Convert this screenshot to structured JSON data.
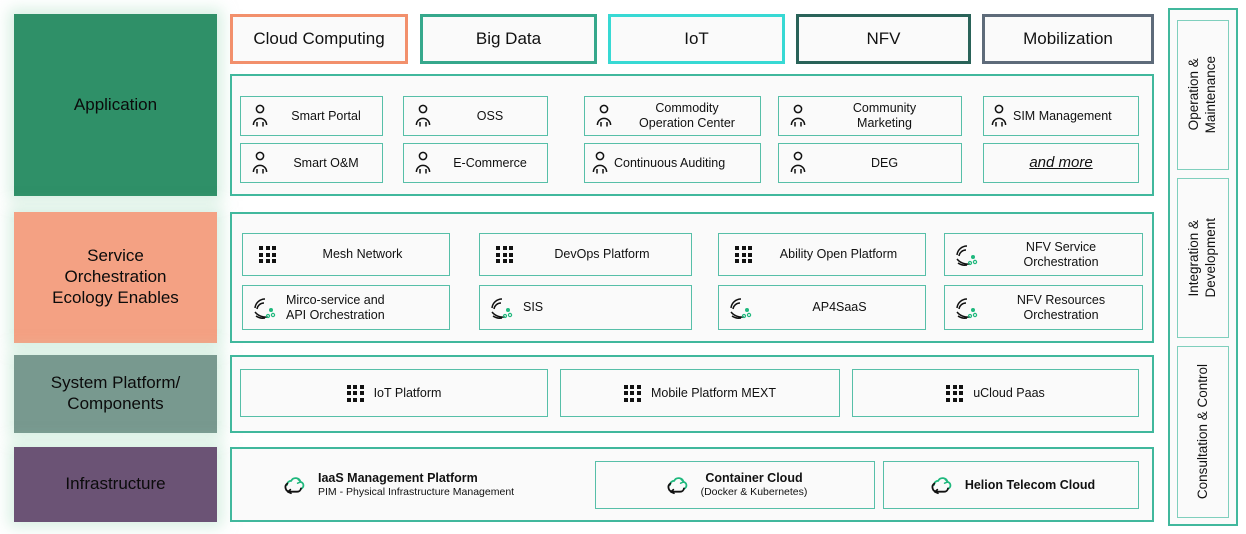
{
  "layers": [
    {
      "id": "application",
      "label": "Application",
      "color": "#2f9068"
    },
    {
      "id": "service",
      "label": "Service\nOrchestration\nEcology Enables",
      "color": "#f4a183"
    },
    {
      "id": "system",
      "label": "System Platform/\nComponents",
      "color": "#78998f"
    },
    {
      "id": "infrastructure",
      "label": "Infrastructure",
      "color": "#6b5375"
    }
  ],
  "tabs": [
    {
      "label": "Cloud Computing",
      "color": "#f2906c"
    },
    {
      "label": "Big Data",
      "color": "#36a88c"
    },
    {
      "label": "IoT",
      "color": "#38d9d4"
    },
    {
      "label": "NFV",
      "color": "#2a6359"
    },
    {
      "label": "Mobilization",
      "color": "#5e6b7a"
    }
  ],
  "application_items": [
    {
      "label": "Smart Portal",
      "icon": "person-icon"
    },
    {
      "label": "OSS",
      "icon": "person-icon"
    },
    {
      "label": "Commodity\nOperation Center",
      "icon": "person-icon"
    },
    {
      "label": "Community\nMarketing",
      "icon": "person-icon"
    },
    {
      "label": "SIM Management",
      "icon": "person-icon"
    },
    {
      "label": "Smart O&M",
      "icon": "person-icon"
    },
    {
      "label": "E-Commerce",
      "icon": "person-icon"
    },
    {
      "label": "Continuous Auditing",
      "icon": "person-icon"
    },
    {
      "label": "DEG",
      "icon": "person-icon"
    },
    {
      "label": "and more",
      "icon": "none"
    }
  ],
  "service_items": [
    {
      "label": "Mesh Network",
      "icon": "grid-icon"
    },
    {
      "label": "DevOps Platform",
      "icon": "grid-icon"
    },
    {
      "label": "Ability Open Platform",
      "icon": "grid-icon"
    },
    {
      "label": "NFV Service\nOrchestration",
      "icon": "orchestration-icon"
    },
    {
      "label": "Mirco-service and\nAPI Orchestration",
      "icon": "orchestration-icon"
    },
    {
      "label": "SIS",
      "icon": "orchestration-icon"
    },
    {
      "label": "AP4SaaS",
      "icon": "orchestration-icon"
    },
    {
      "label": "NFV Resources\nOrchestration",
      "icon": "orchestration-icon"
    }
  ],
  "system_items": [
    {
      "label": "IoT Platform",
      "icon": "grid-icon"
    },
    {
      "label": "Mobile Platform MEXT",
      "icon": "grid-icon"
    },
    {
      "label": "uCloud Paas",
      "icon": "grid-icon"
    }
  ],
  "infrastructure_items": [
    {
      "title": "IaaS Management Platform",
      "subtitle": "PIM - Physical Infrastructure Management",
      "icon": "cloud-icon"
    },
    {
      "title": "Container Cloud",
      "subtitle": "(Docker & Kubernetes)",
      "icon": "cloud-icon"
    },
    {
      "title": "Helion Telecom Cloud",
      "subtitle": "",
      "icon": "cloud-icon"
    }
  ],
  "rail_items": [
    {
      "label": "Operation &\nMaintenance"
    },
    {
      "label": "Integration &\nDevelopment"
    },
    {
      "label": "Consultation & Control"
    }
  ],
  "theme": {
    "panel_border": "#41b89d",
    "card_border": "#57bfa8",
    "card_bg": "#fafafa",
    "icon_accent": "#1fb87d",
    "text": "#111111"
  }
}
